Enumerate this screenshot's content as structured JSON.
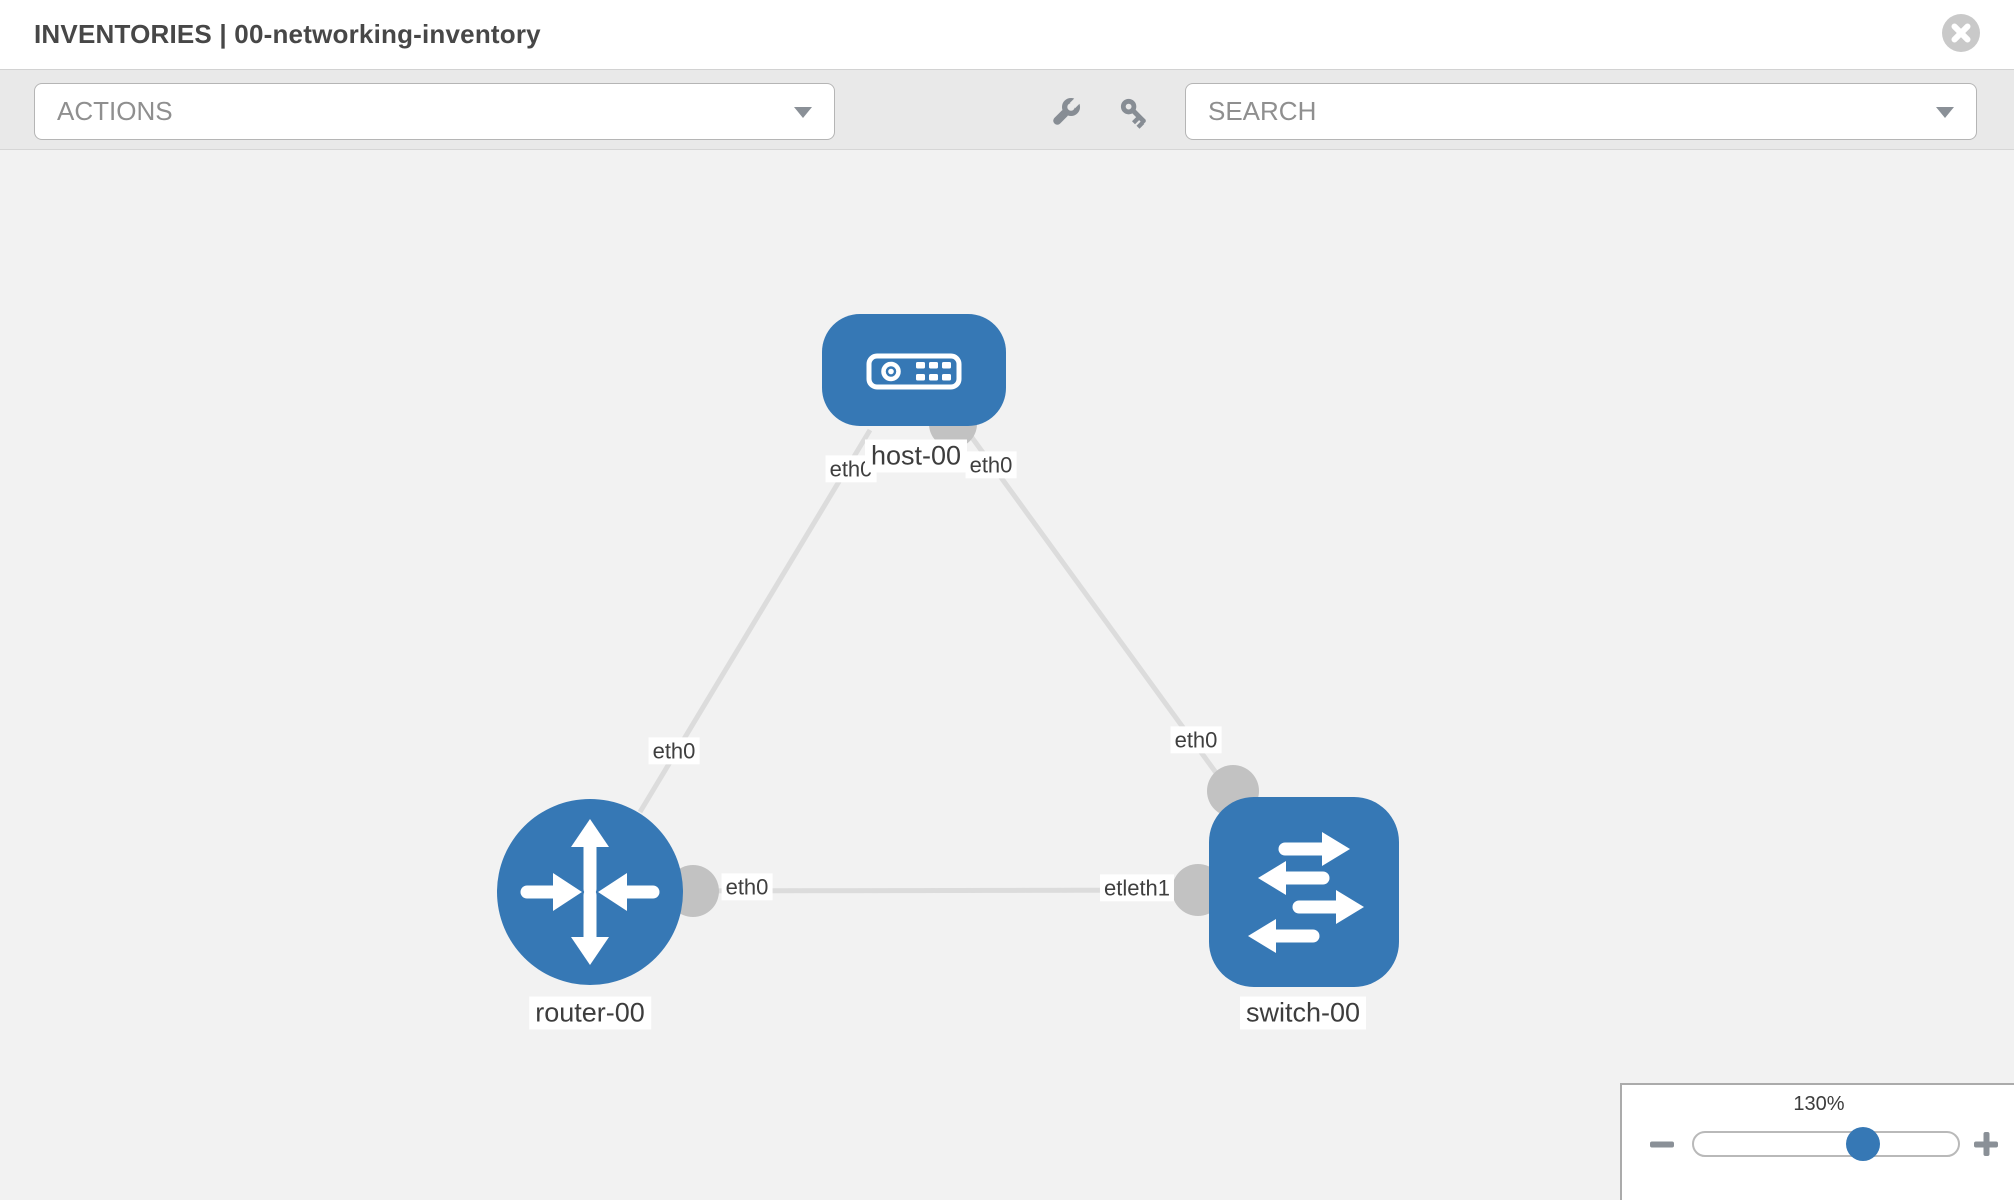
{
  "header": {
    "title": "INVENTORIES | 00-networking-inventory",
    "close_icon": "circle-x"
  },
  "toolbar": {
    "actions_label": "ACTIONS",
    "search_label": "SEARCH",
    "icons": [
      "wrench-icon",
      "key-icon",
      "caret-down-icon"
    ]
  },
  "topology": {
    "nodes": [
      {
        "name": "host-00",
        "type": "host"
      },
      {
        "name": "router-00",
        "type": "router"
      },
      {
        "name": "switch-00",
        "type": "switch"
      }
    ],
    "links": [
      {
        "from": "host-00",
        "from_if": "eth0",
        "to": "router-00",
        "to_if": "eth0"
      },
      {
        "from": "host-00",
        "from_if": "eth0",
        "to": "switch-00",
        "to_if": "eth0"
      },
      {
        "from": "router-00",
        "from_if": "eth0",
        "to": "switch-00",
        "to_if": "etleth1"
      }
    ],
    "labels": {
      "host_name": "host-00",
      "router_name": "router-00",
      "switch_name": "switch-00",
      "host_if_left": "eth0",
      "host_if_right": "eth0",
      "router_if_top": "eth0",
      "switch_if_top": "eth0",
      "router_if_right": "eth0",
      "switch_if_left": "etleth1"
    }
  },
  "zoom_widget": {
    "level": "130%",
    "zoom_out_icon": "minus-icon",
    "zoom_in_icon": "plus-icon"
  },
  "colors": {
    "node_blue": "#3678b5",
    "link_gray": "#dcdcdc",
    "connector_gray": "#c2c2c2",
    "toolbar_bg": "#e9e9e9",
    "canvas_bg": "#f2f2f2"
  }
}
